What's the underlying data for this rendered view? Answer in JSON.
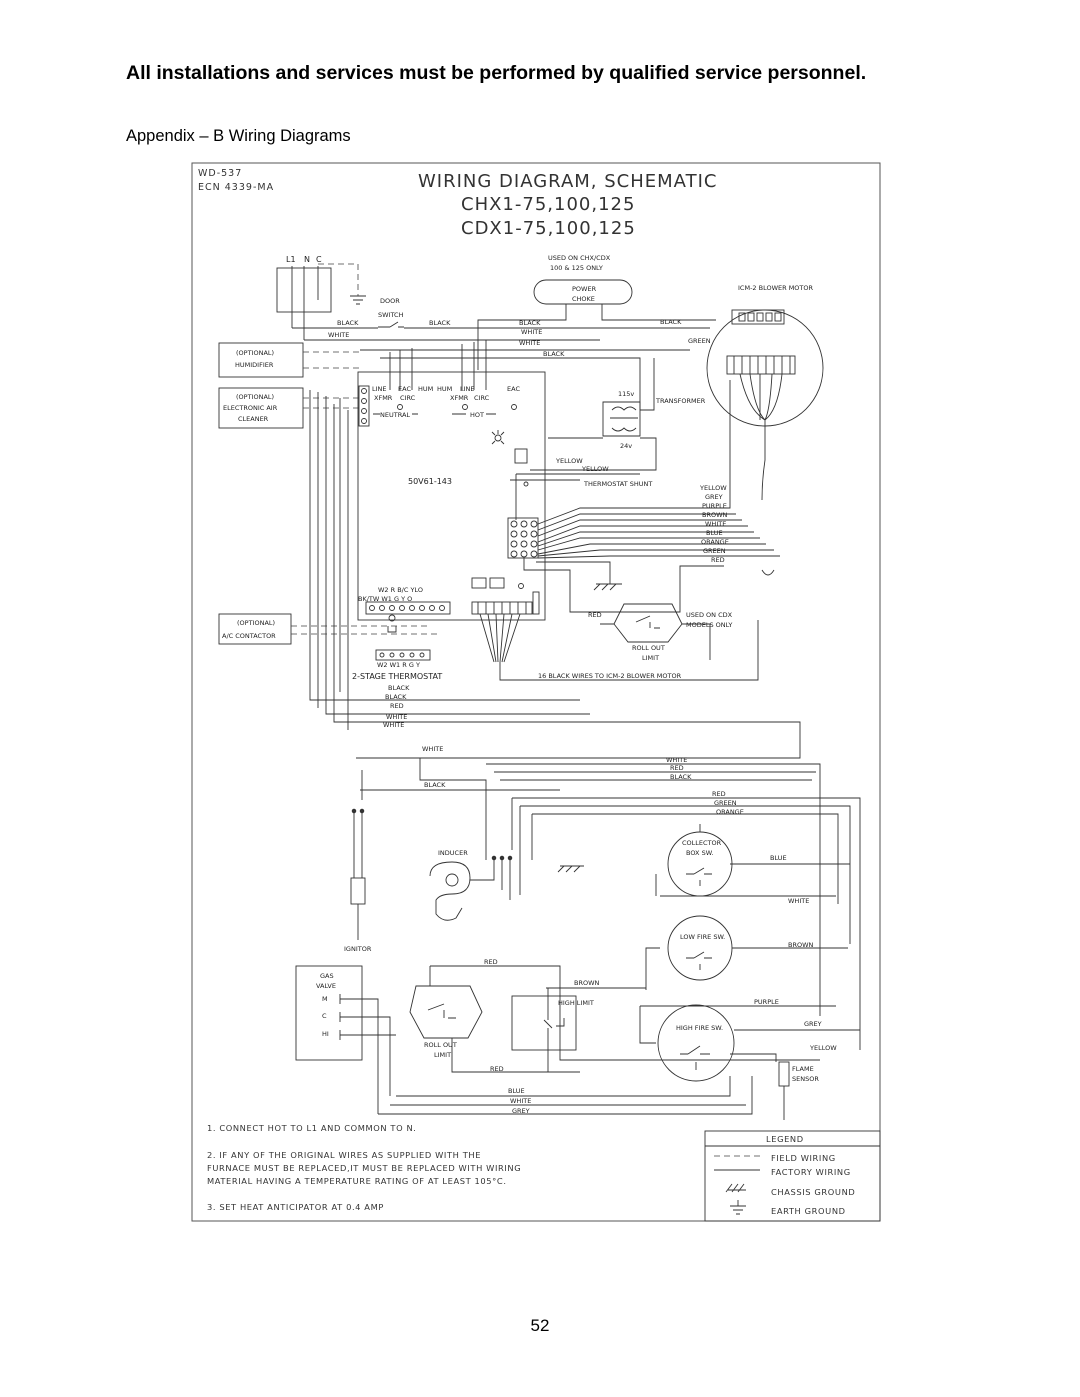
{
  "header": {
    "warning": "All installations and services must be performed by qualified service personnel.",
    "section": "Appendix – B Wiring Diagrams"
  },
  "diagram": {
    "doc_code": "WD-537",
    "ecn": "ECN 4339-MA",
    "title": "WIRING DIAGRAM, SCHEMATIC",
    "model_1": "CHX1-75,100,125",
    "model_2": "CDX1-75,100,125",
    "terminals": {
      "l1": "L1",
      "n": "N",
      "c": "C"
    },
    "used_on_1": "USED ON CHX/CDX",
    "used_on_2": "100 & 125 ONLY",
    "power": "POWER",
    "choke": "CHOKE",
    "blower_motor": "ICM-2 BLOWER MOTOR",
    "door": "DOOR",
    "switch": "SWITCH",
    "humidifier_opt": "(OPTIONAL)",
    "humidifier": "HUMIDIFIER",
    "eac_opt": "(OPTIONAL)",
    "eac_1": "ELECTRONIC AIR",
    "eac_2": "CLEANER",
    "board_line": "LINE",
    "board_eac": "EAC",
    "board_hum": "HUM",
    "board_hum2": "HUM",
    "board_line2": "LINE",
    "board_eac2": "EAC",
    "board_xfmr1": "XFMR",
    "board_circ1": "CIRC",
    "board_xfmr2": "XFMR",
    "board_circ2": "CIRC",
    "board_neutral": "NEUTRAL",
    "board_hot": "HOT",
    "board_id": "50V61-143",
    "v115": "115v",
    "v24": "24v",
    "transformer": "TRANSFORMER",
    "thermostat_shunt": "THERMOSTAT SHUNT",
    "wire_black_1": "BLACK",
    "wire_white_1": "WHITE",
    "wire_black_2": "BLACK",
    "wire_black_3": "BLACK",
    "wire_white_2": "WHITE",
    "wire_white_3": "WHITE",
    "wire_black_4": "BLACK",
    "wire_black_5": "BLACK",
    "wire_green_1": "GREEN",
    "wire_yellow_1": "YELLOW",
    "wire_yellow_2": "YELLOW",
    "motor_wires": [
      "YELLOW",
      "GREY",
      "PURPLE",
      "BROWN",
      "WHITE",
      "BLUE",
      "ORANGE",
      "GREEN",
      "RED"
    ],
    "tstat_top": "W2  R  B/C  YLO",
    "tstat_bot": "BK/TW  W1  G  Y  O",
    "ac_opt": "(OPTIONAL)",
    "ac_contactor": "A/C CONTACTOR",
    "tstat_terms": "W2 W1 R  G  Y",
    "two_stage": "2-STAGE THERMOSTAT",
    "tstat_wires": [
      "BLACK",
      "BLACK",
      "RED",
      "WHITE",
      "WHITE"
    ],
    "red_cdx": "RED",
    "used_cdx_1": "USED ON CDX",
    "used_cdx_2": "MODELS ONLY",
    "rollout_top_1": "ROLL OUT",
    "rollout_top_2": "LIMIT",
    "sixteen_black": "16 BLACK WIRES TO ICM-2 BLOWER MOTOR",
    "wire_white_4": "WHITE",
    "wire_black_6": "BLACK",
    "right_wires": [
      "WHITE",
      "RED",
      "BLACK"
    ],
    "right_wires_2": [
      "RED",
      "GREEN",
      "ORANGE"
    ],
    "inducer": "INDUCER",
    "collector_1": "COLLECTOR",
    "collector_2": "BOX SW.",
    "wire_blue_1": "BLUE",
    "wire_white_5": "WHITE",
    "low_fire": "LOW FIRE SW.",
    "wire_brown_1": "BROWN",
    "ignitor": "IGNITOR",
    "wire_red_2": "RED",
    "gas_1": "GAS",
    "gas_2": "VALVE",
    "gas_m": "M",
    "gas_c": "C",
    "gas_hi": "HI",
    "wire_brown_2": "BROWN",
    "high_limit": "HIGH LIMIT",
    "wire_purple": "PURPLE",
    "high_fire": "HIGH FIRE SW.",
    "wire_grey": "GREY",
    "wire_yellow_3": "YELLOW",
    "rollout_bot_1": "ROLL OUT",
    "rollout_bot_2": "LIMIT",
    "wire_red_3": "RED",
    "flame_1": "FLAME",
    "flame_2": "SENSOR",
    "bottom_wires": [
      "BLUE",
      "WHITE",
      "GREY"
    ]
  },
  "notes": {
    "n1": "1.  CONNECT HOT TO L1 AND COMMON TO N.",
    "n2a": "2.  IF ANY OF THE ORIGINAL WIRES AS SUPPLIED WITH THE",
    "n2b": "FURNACE MUST BE REPLACED,IT MUST BE REPLACED WITH WIRING",
    "n2c": "MATERIAL HAVING A TEMPERATURE RATING OF AT LEAST 105°C.",
    "n3": "3.   SET HEAT ANTICIPATOR AT 0.4 AMP"
  },
  "legend": {
    "title": "LEGEND",
    "items": [
      "FIELD WIRING",
      "FACTORY WIRING",
      "CHASSIS GROUND",
      "EARTH GROUND"
    ]
  },
  "page_number": "52"
}
